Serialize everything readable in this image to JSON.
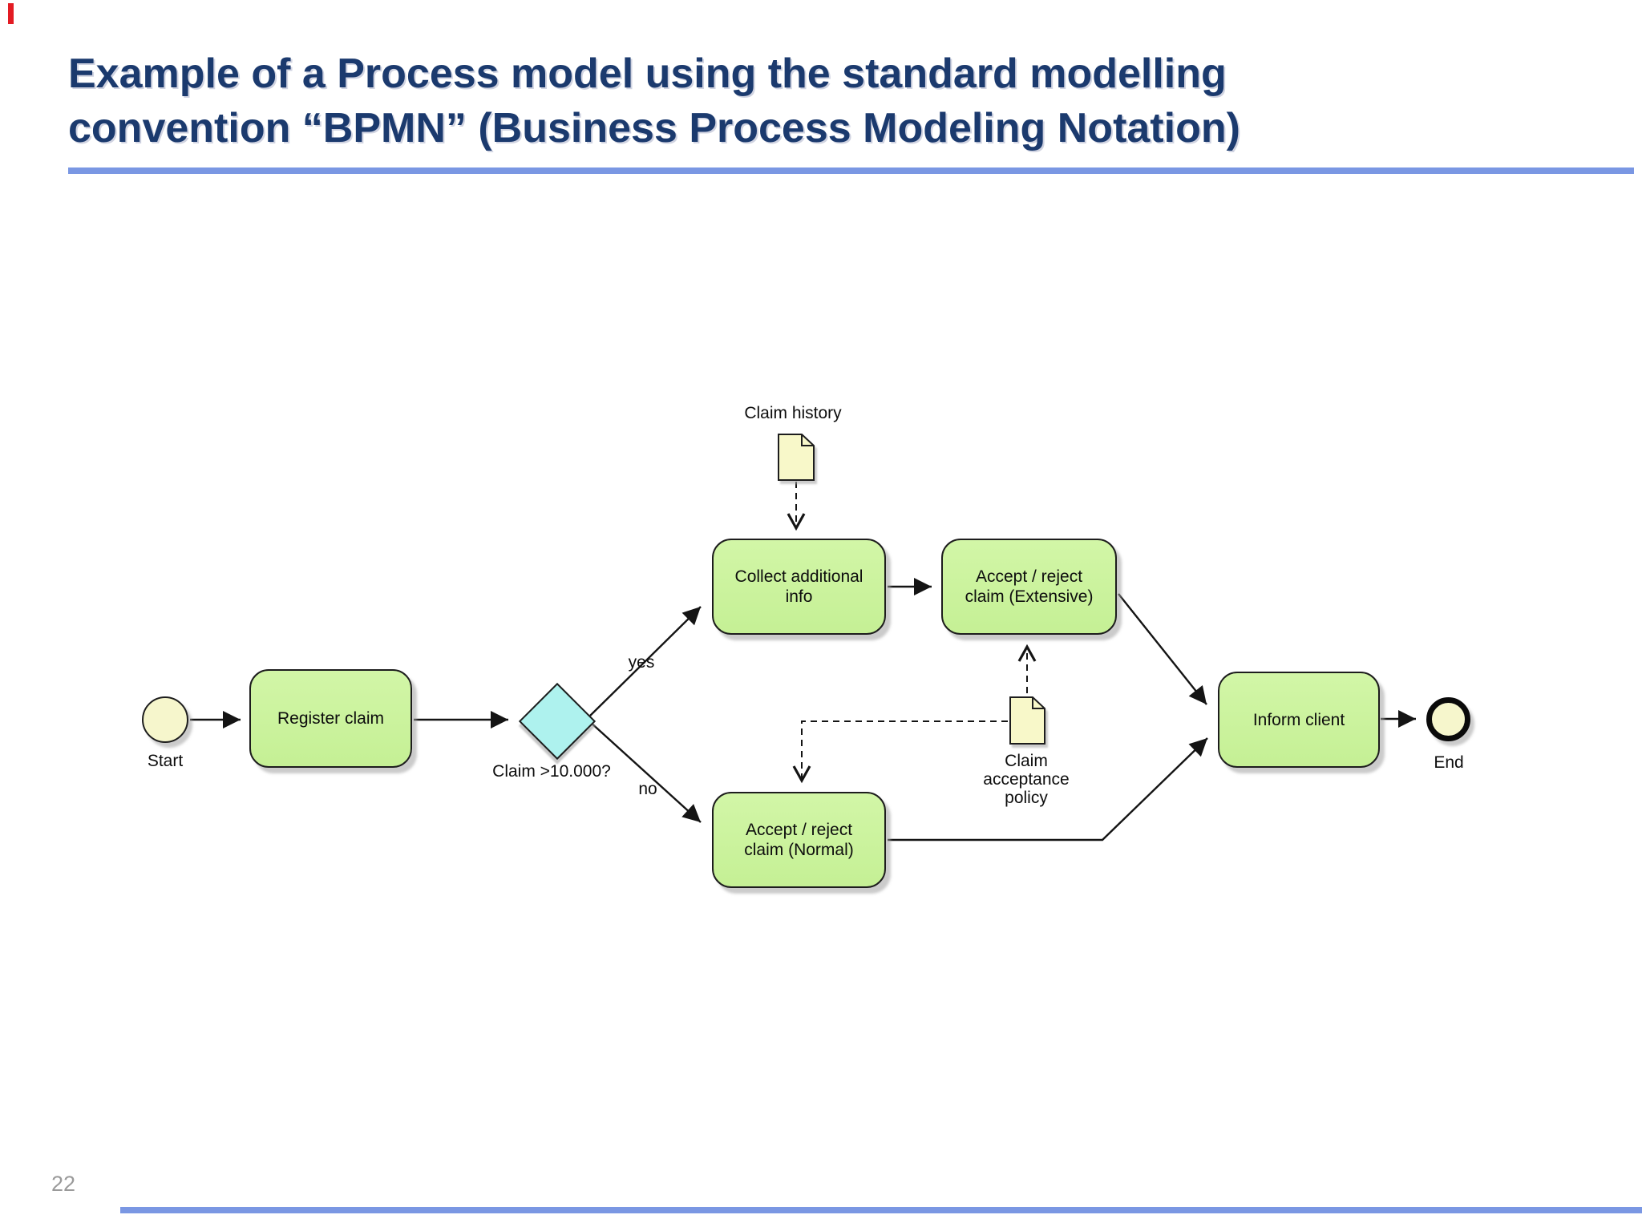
{
  "theme": {
    "c-title": "#1b3a6e",
    "c-accent": "#7a97e3",
    "c-red": "#e31b23",
    "c-green": "#c9f29c",
    "c-gateway": "#aef2ee",
    "c-event": "#f6f6cc",
    "c-doc": "#f8f8c9"
  },
  "slide": {
    "title_line1": "Example of a Process model using the standard modelling",
    "title_line2": "convention “BPMN” (Business Process Modeling Notation)",
    "page_number": "22"
  },
  "diagram": {
    "events": [
      {
        "id": "start",
        "label": "Start"
      },
      {
        "id": "end",
        "label": "End"
      }
    ],
    "tasks": [
      {
        "id": "register",
        "label": "Register claim"
      },
      {
        "id": "collect",
        "label": "Collect additional info"
      },
      {
        "id": "extensive",
        "label": "Accept / reject claim (Extensive)"
      },
      {
        "id": "normal",
        "label": "Accept / reject claim (Normal)"
      },
      {
        "id": "inform",
        "label": "Inform client"
      }
    ],
    "gateway": {
      "label": "Claim >10.000?",
      "yes_label": "yes",
      "no_label": "no"
    },
    "documents": [
      {
        "id": "claim-history",
        "label": "Claim history"
      },
      {
        "id": "claim-acceptance-policy",
        "label": "Claim acceptance policy"
      }
    ]
  }
}
